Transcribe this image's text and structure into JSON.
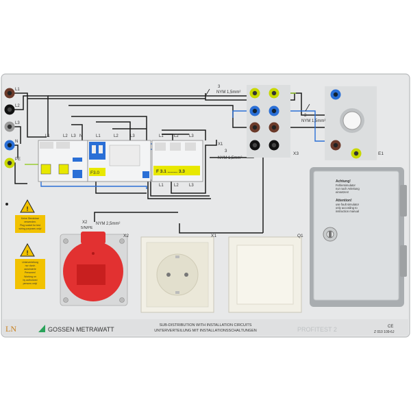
{
  "terminals_left": [
    "L1",
    "L2",
    "L3",
    "N",
    "PE"
  ],
  "breaker_rcd": {
    "labels": [
      "L1",
      "L2",
      "L3",
      "N"
    ],
    "rating": ""
  },
  "breaker_f30": {
    "label": "F3.0",
    "inputs": [
      "L1",
      "L2",
      "L3"
    ]
  },
  "breaker_f31": {
    "label": "F 3.1 ........ 3.3",
    "inputs": [
      "L1",
      "L2",
      "L3"
    ],
    "outputs": [
      "L1",
      "L2",
      "L3"
    ]
  },
  "cable_labels": {
    "top": "NYM 1,5mm²",
    "top_count": "3",
    "right": "NYM 1,5mm²",
    "right_count": "3",
    "mid": "NYM 1,5mm²",
    "mid_code": "X1",
    "mid_count": "3",
    "socket": "NYM 2,5mm²",
    "socket_code": "X2",
    "socket_sub": "5/N/PE"
  },
  "component_labels": {
    "x3": "X3",
    "e1": "E1",
    "x2": "X2",
    "x1": "X1",
    "q1": "Q1"
  },
  "warnings": {
    "top": [
      "Keine Steckdose",
      "verwenden.",
      "Plug socket for test",
      "wiring purposes only!"
    ],
    "bottom": [
      "Unterverteilung",
      "nur durch",
      "autorisierte",
      "Personen!",
      "Working on",
      "by authorized",
      "persons only!"
    ]
  },
  "door_text": {
    "attention_de_title": "Achtung!",
    "attention_de_body": [
      "Fehlersimulator",
      "nur nach Anleitung",
      "einsetzen!"
    ],
    "attention_en_title": "Attention!",
    "attention_en_body": [
      "use fault simulator",
      "only according to",
      "instruction manual"
    ]
  },
  "footer": {
    "logo_ln": "LN",
    "brand": "GOSSEN METRAWATT",
    "title_en": "SUB-DISTRIBUTION WITH INSTALLATION CIRCUITS",
    "title_de": "UNTERVERTEILUNG MIT INSTALLATIONSSCHALTUNGEN",
    "product": "PROFITEST 2",
    "code": "CE",
    "part_no": "Z 010 109-6J"
  }
}
